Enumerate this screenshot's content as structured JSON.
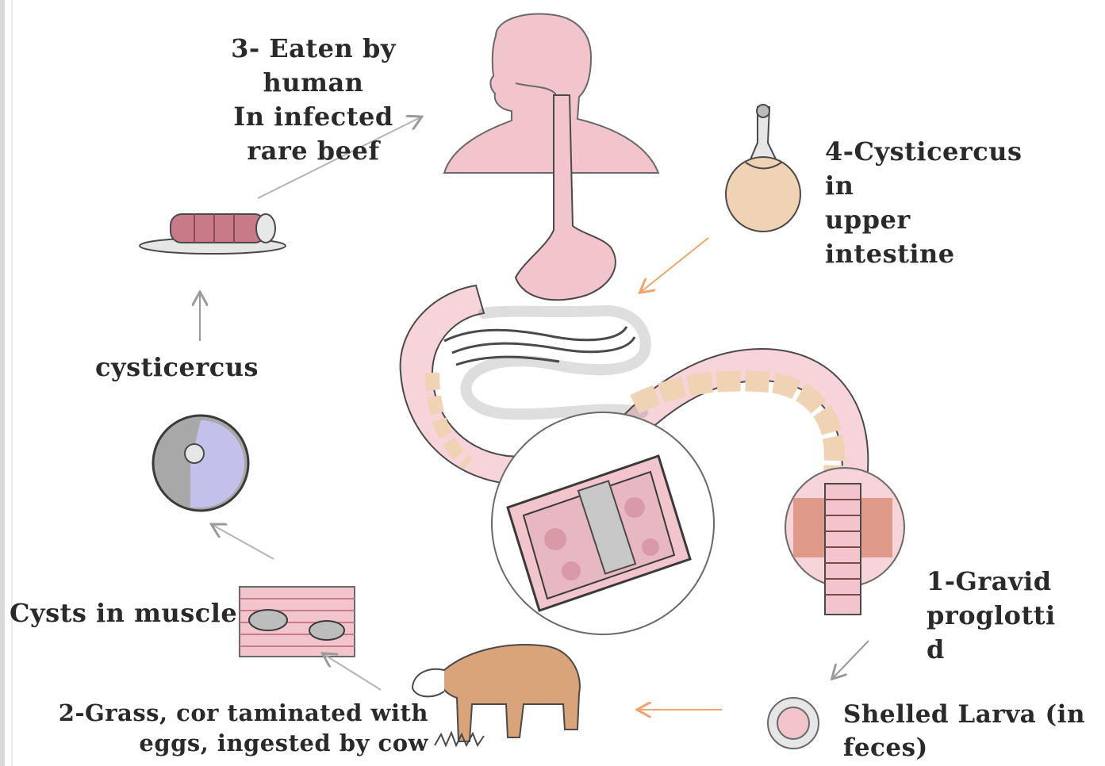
{
  "labels": {
    "eaten": "3- Eaten by\nhuman\nIn infected\nrare beef",
    "cysticercus_upper": "4-Cysticercus\nin\nupper\nintestine",
    "cysticercus": "cysticercus",
    "cysts_muscle": "Cysts in muscle",
    "gravid": "1-Gravid\nproglotti\nd",
    "grass": "2-Grass, cor taminated with\neggs, ingested by cow",
    "shelled": "Shelled  Larva (in\nfeces)"
  },
  "icons": [
    "human-torso-icon",
    "digestive-tract-icon",
    "intestine-section-icon",
    "proglottid-segment-icon",
    "cysticercus-scolex-icon",
    "beef-roast-icon",
    "cyst-sphere-icon",
    "muscle-tissue-icon",
    "cow-icon",
    "egg-icon"
  ],
  "colors": {
    "pink": "#f2c4cc",
    "tan": "#f0d2b4",
    "purple": "#c4c0ec",
    "arrow_orange": "#f0a46c",
    "arrow_gray": "#b4b4b4",
    "outline": "#4a4a4a"
  }
}
